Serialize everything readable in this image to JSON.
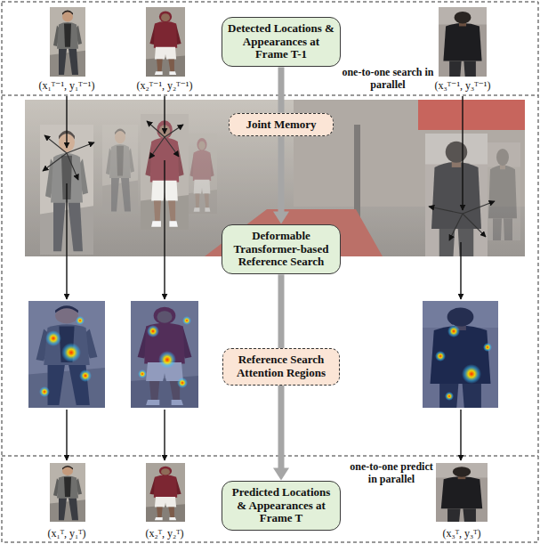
{
  "diagram": {
    "nodes": [
      {
        "text": [
          "Detected Locations & Appearances at Frame T-1"
        ]
      },
      {
        "text": [
          "Joint Memory"
        ]
      },
      {
        "text": [
          "Deformable Transformer-based Reference Search"
        ]
      },
      {
        "text": [
          "Reference Search Attention Regions"
        ]
      },
      {
        "text": [
          "Predicted Locations & Appearances at Frame T"
        ]
      }
    ],
    "edges": [
      {
        "from": 0,
        "to": 1,
        "arrow": "none"
      },
      {
        "from": 1,
        "to": 2,
        "arrow": "to"
      },
      {
        "from": 2,
        "to": 3,
        "arrow": "none"
      },
      {
        "from": 3,
        "to": 4,
        "arrow": "to"
      }
    ],
    "labels": [
      "(x₁ᵀ⁻¹, y₁ᵀ⁻¹)",
      "(x₂ᵀ⁻¹, y₂ᵀ⁻¹)",
      "(x₃ᵀ⁻¹, y₃ᵀ⁻¹)",
      "one-to-one search in parallel",
      "one-to-one predict in parallel",
      "(x₁ᵀ, y₁ᵀ)",
      "(x₂ᵀ, y₂ᵀ)",
      "(x₃ᵀ, y₃ᵀ)"
    ]
  }
}
